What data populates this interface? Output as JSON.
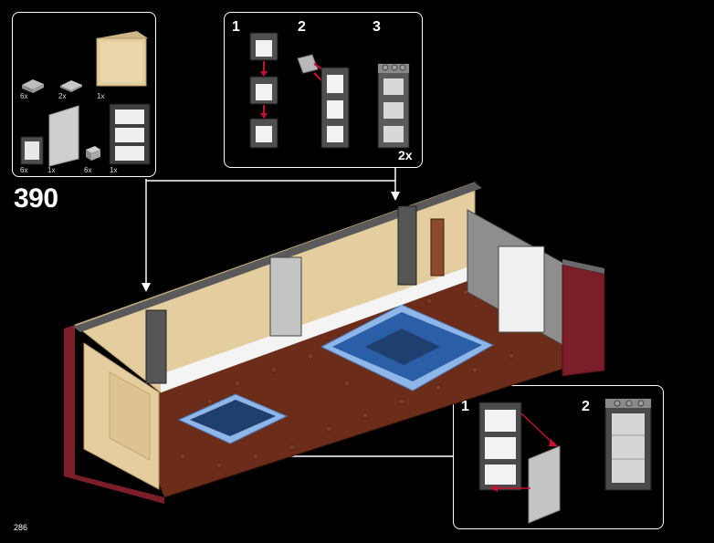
{
  "page_number": "286",
  "step_number": "390",
  "parts_list": {
    "items": [
      {
        "qty": "6x",
        "icon": "plate-1x2-light-gray"
      },
      {
        "qty": "2x",
        "icon": "tile-1x2-light-gray"
      },
      {
        "qty": "1x",
        "icon": "panel-tan"
      },
      {
        "qty": "6x",
        "icon": "window-frame-dark-gray"
      },
      {
        "qty": "1x",
        "icon": "glass-pane-light-gray"
      },
      {
        "qty": "6x",
        "icon": "tile-1x1-light-gray"
      },
      {
        "qty": "1x",
        "icon": "window-tall-dark-gray"
      }
    ]
  },
  "subassembly_1": {
    "steps": [
      "1",
      "2",
      "3"
    ],
    "multiplier": "2x"
  },
  "subassembly_2": {
    "steps": [
      "1",
      "2"
    ]
  },
  "colors": {
    "background": "#000000",
    "callout_border": "#ffffff",
    "arrow_red": "#c8102e",
    "tan": "#e4cd9e",
    "dark_gray": "#555555",
    "light_gray": "#b8b8b8",
    "reddish_brown": "#6b2d1a",
    "dark_red": "#7b1e28",
    "blue": "#2a5fa8",
    "light_blue": "#8fb6e8"
  }
}
